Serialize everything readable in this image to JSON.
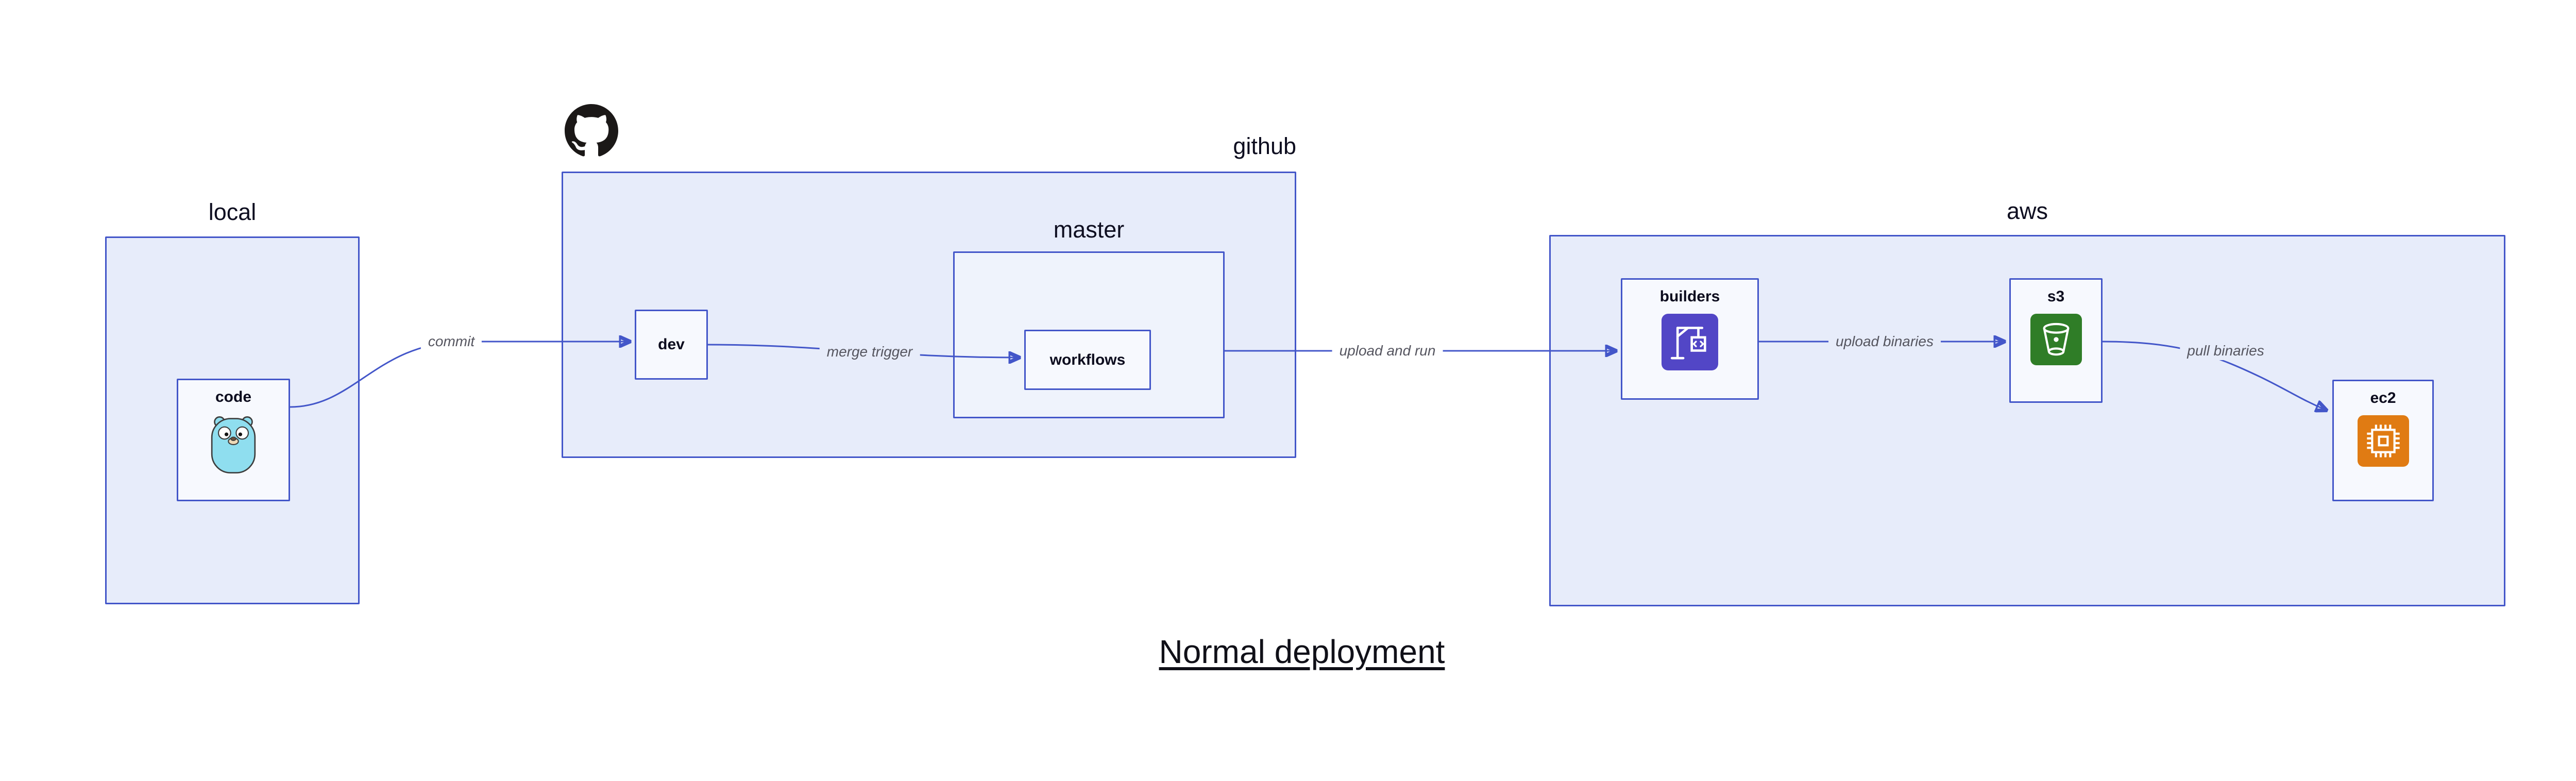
{
  "title": "Normal deployment",
  "containers": {
    "local": {
      "label": "local"
    },
    "github": {
      "label": "github"
    },
    "master": {
      "label": "master"
    },
    "aws": {
      "label": "aws"
    }
  },
  "nodes": {
    "code": {
      "label": "code",
      "icon": "go-gopher-icon"
    },
    "dev": {
      "label": "dev"
    },
    "workflows": {
      "label": "workflows"
    },
    "builders": {
      "label": "builders",
      "icon": "aws-codebuild-icon"
    },
    "s3": {
      "label": "s3",
      "icon": "aws-s3-icon"
    },
    "ec2": {
      "label": "ec2",
      "icon": "aws-ec2-icon"
    }
  },
  "edges": {
    "commit": {
      "label": "commit"
    },
    "merge_trigger": {
      "label": "merge trigger"
    },
    "upload_and_run": {
      "label": "upload and run"
    },
    "upload_binaries": {
      "label": "upload binaries"
    },
    "pull_binaries": {
      "label": "pull binaries"
    }
  },
  "icons": {
    "github_logo": "github-octocat-icon"
  },
  "colors": {
    "container_fill": "#E7ECFA",
    "nested_container_fill": "#EFF3FC",
    "node_fill": "#F7F9FE",
    "border_blue": "#4356C9",
    "edge_blue": "#4356C9",
    "edge_label_gray": "#55555F",
    "codebuild_purple": "#5246C6",
    "s3_green": "#2F7D27",
    "ec2_orange": "#E07B13",
    "gopher_teal": "#8FDEEF",
    "github_black": "#1B1817"
  }
}
